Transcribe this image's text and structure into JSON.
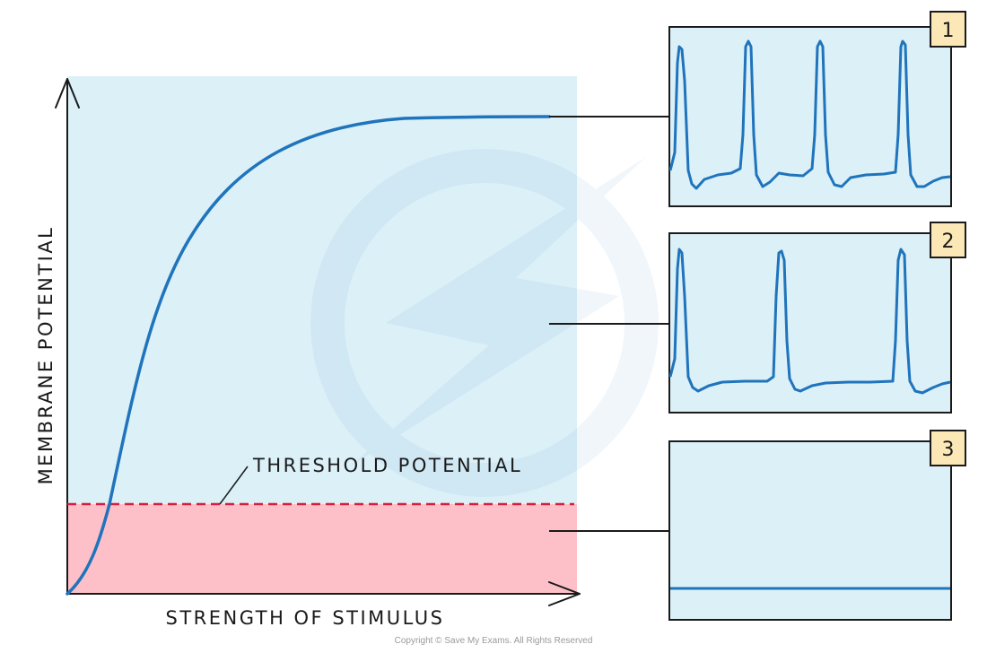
{
  "labels": {
    "y_axis": "MEMBRANE POTENTIAL",
    "x_axis": "STRENGTH OF STIMULUS",
    "threshold": "THRESHOLD POTENTIAL"
  },
  "panels": [
    {
      "number": "1"
    },
    {
      "number": "2"
    },
    {
      "number": "3"
    }
  ],
  "copyright": "Copyright © Save My Exams. All Rights Reserved",
  "colors": {
    "curve": "#1f74bc",
    "plot_background": "#dcf0f8",
    "below_threshold": "#fec0c8",
    "threshold_line": "#d81e3c",
    "badge_fill": "#fbe8b6"
  }
}
